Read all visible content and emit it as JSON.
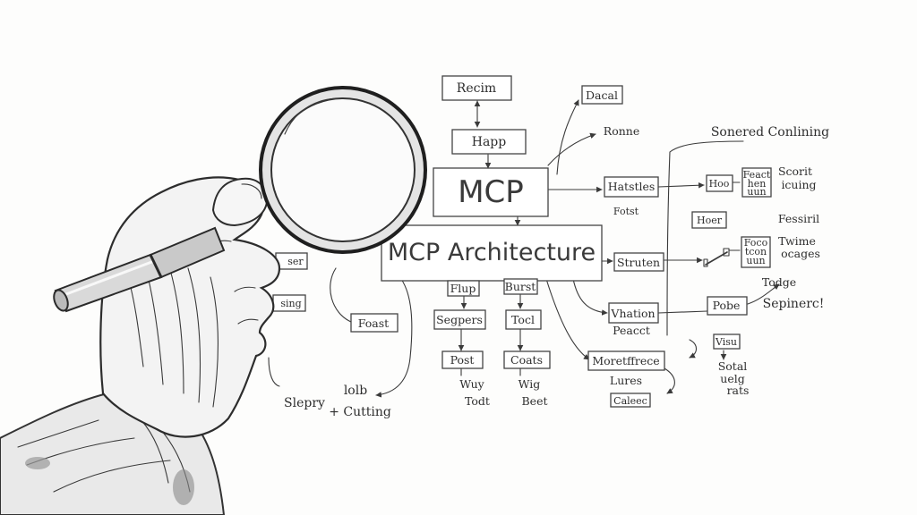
{
  "diagram": {
    "top_box": "Recim",
    "happ_box": "Happ",
    "dacal_box": "Dacal",
    "ronne_box": "Ronne",
    "mcp_box": "MCP",
    "arch_box": "MCP Architecture",
    "hatstles_box": "Hatstles",
    "fotst_label": "Fotst",
    "hoo_box": "Hoo",
    "stack1_lines": [
      "Feact",
      "hen",
      "uun"
    ],
    "scorit_label": "Scorit",
    "icuing_label": "icuing",
    "sonered_label": "Sonered Conlining",
    "hoer_box": "Hoer",
    "fessiril_label": "Fessiril",
    "twime_label": "Twime",
    "ocages_label": "ocages",
    "stack2_lines": [
      "Foco",
      "tcon",
      "uun"
    ],
    "struten_box": "Struten",
    "flup_box": "Flup",
    "burst_box": "Burst",
    "segpers_box": "Segpers",
    "tocl_box": "Tocl",
    "post_box": "Post",
    "coats_box": "Coats",
    "way_label": "Wuy",
    "todt_label": "Todt",
    "wig_label": "Wig",
    "beet_label": "Beet",
    "foast_box": "Foast",
    "ser_box": "ser",
    "ising_box": "sing",
    "sleipry_label": "Slepry",
    "lolb_label": "lolb",
    "cutting_label": "+ Cutting",
    "vhation_box": "Vhation",
    "peacct_label": "Peacct",
    "pobe_box": "Pobe",
    "todge_label": "Todge",
    "sepinerc_label": "Sepinerc!",
    "moref_box": "Moretffrece",
    "lures_label": "Lures",
    "calcec_box": "Caleec",
    "visu_box": "Visu",
    "sotal_label": "Sotal",
    "uelg_label": "uelg",
    "rats_label": "rats"
  }
}
